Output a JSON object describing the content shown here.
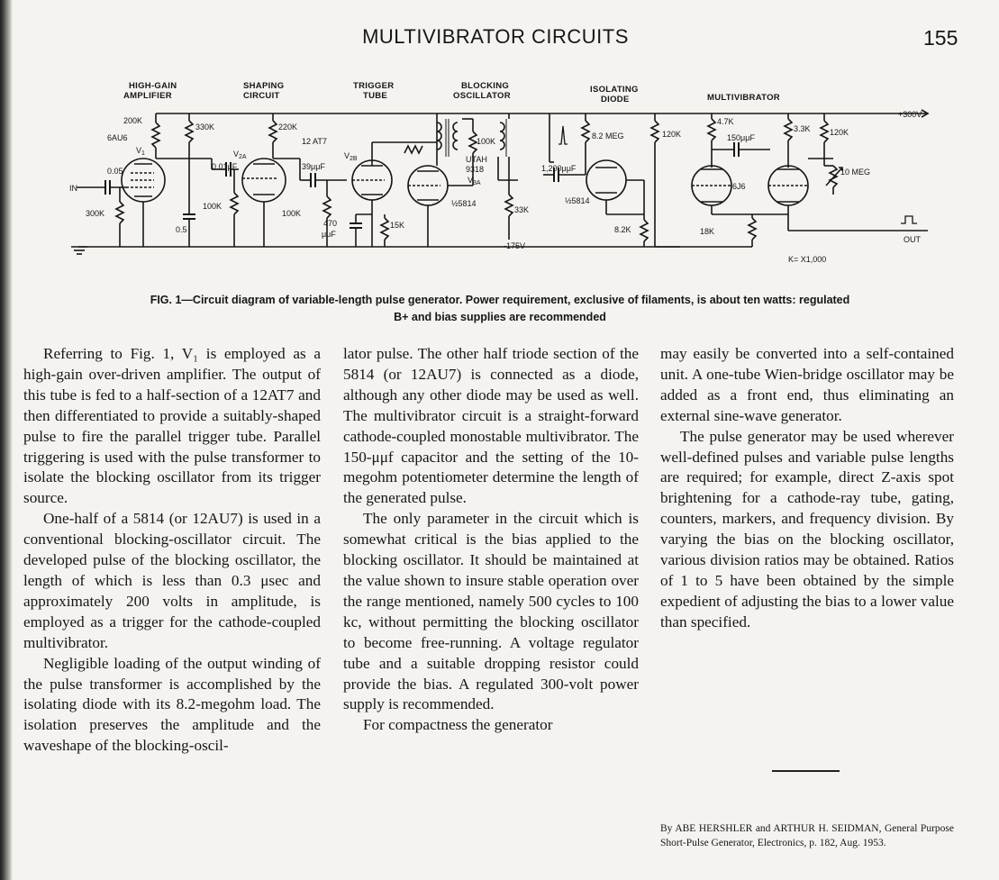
{
  "header": {
    "running_title": "MULTIVIBRATOR CIRCUITS",
    "page_number": "155"
  },
  "figure": {
    "section_labels": {
      "amp_1": "HIGH-GAIN",
      "amp_2": "AMPLIFIER",
      "shaping_1": "SHAPING",
      "shaping_2": "CIRCUIT",
      "trigger_1": "TRIGGER",
      "trigger_2": "TUBE",
      "blocking_1": "BLOCKING",
      "blocking_2": "OSCILLATOR",
      "isolating_1": "ISOLATING",
      "isolating_2": "DIODE",
      "mv": "MULTIVIBRATOR"
    },
    "components": {
      "r200k": "200K",
      "tube_6au6": "6AU6",
      "v1": "V",
      "v1_sub": "1",
      "c005": "0.05",
      "input": "IN",
      "r300k": "300K",
      "r330k": "330K",
      "r220k": "220K",
      "tube_12at7": "12 AT7",
      "v2a": "V",
      "v2a_sub": "2A",
      "c001": "0.01",
      "c001_unit": "μF",
      "r100k_a": "100K",
      "c05": "0.5",
      "v2b": "V",
      "v2b_sub": "2B",
      "c39": "39",
      "c39_unit": "μμF",
      "r100k_b": "100K",
      "c470": "470",
      "c470_unit": "μμF",
      "r15k": "15K",
      "r100k_c": "100K",
      "xfmr_1": "UTAH",
      "xfmr_2": "9318",
      "v3a": "V",
      "v3a_sub": "3A",
      "tube_5814_a": "½5814",
      "r33k": "33K",
      "bias": "-175V",
      "r82meg": "8.2 MEG",
      "c1200": "1,200",
      "c1200_unit": "μμF",
      "tube_5814_b": "½5814",
      "r82k": "8.2K",
      "r120k_a": "120K",
      "r47k": "4.7K",
      "c150": "150",
      "c150_unit": "μμF",
      "r33k_b": "3.3K",
      "tube_6j6": "6J6",
      "r18k": "18K",
      "r120k_b": "120K",
      "pot": "10 MEG",
      "supply": "+300V",
      "output": "OUT",
      "note": "K= X1,000"
    }
  },
  "caption": {
    "line1": "FIG. 1—Circuit diagram of variable-length pulse generator. Power requirement, exclusive of filaments, is about ten watts: regulated",
    "line2": "B+ and bias supplies are recommended"
  },
  "body": {
    "col1": [
      "Referring to Fig. 1, V₁ is employed as a high-gain over-driven amplifier. The output of this tube is fed to a half-section of a 12AT7 and then differentiated to provide a suitably-shaped pulse to fire the parallel trigger tube. Parallel triggering is used with the pulse transformer to isolate the blocking oscillator from its trigger source.",
      "One-half of a 5814 (or 12AU7) is used in a conventional blocking-oscillator circuit. The developed pulse of the blocking oscillator, the length of which is less than 0.3 μsec and approximately 200 volts in amplitude, is employed as a trigger for the cathode-coupled multivibrator.",
      "Negligible loading of the output winding of the pulse transformer is accomplished by the isolating diode with its 8.2-megohm load. The isolation preserves the amplitude and the waveshape of the blocking-oscil-"
    ],
    "col2": [
      "lator pulse. The other half triode section of the 5814 (or 12AU7) is connected as a diode, although any other diode may be used as well. The multivibrator circuit is a straight-forward cathode-coupled monostable multivibrator. The 150-μμf capacitor and the setting of the 10-megohm potentiometer determine the length of the generated pulse.",
      "The only parameter in the circuit which is somewhat critical is the bias applied to the blocking oscillator. It should be maintained at the value shown to insure stable operation over the range mentioned, namely 500 cycles to 100 kc, without permitting the blocking oscillator to become free-running. A voltage regulator tube and a suitable dropping resistor could provide the bias. A regulated 300-volt power supply is recommended.",
      "For compactness the generator"
    ],
    "col3": [
      "may easily be converted into a self-contained unit. A one-tube Wien-bridge oscillator may be added as a front end, thus eliminating an external sine-wave generator.",
      "The pulse generator may be used wherever well-defined pulses and variable pulse lengths are required; for example, direct Z-axis spot brightening for a cathode-ray tube, gating, counters, markers, and frequency division. By varying the bias on the blocking oscillator, various division ratios may be obtained. Ratios of 1 to 5 have been obtained by the simple expedient of adjusting the bias to a lower value than specified."
    ]
  },
  "byline": "By ABE HERSHLER and ARTHUR H. SEIDMAN, General Purpose Short-Pulse Generator, Electronics, p. 182, Aug. 1953."
}
